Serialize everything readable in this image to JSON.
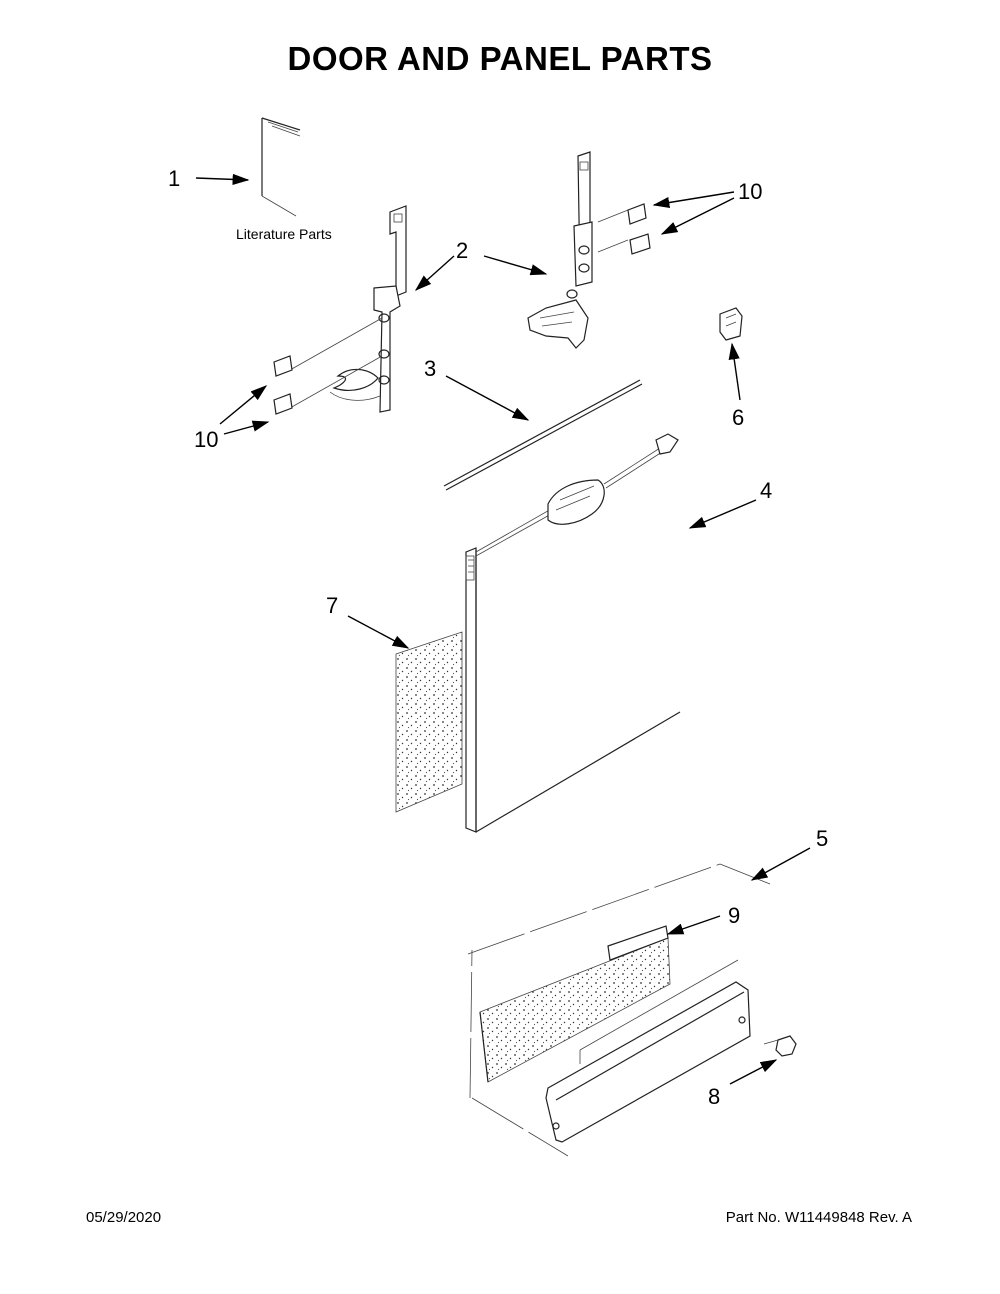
{
  "title": "DOOR AND PANEL PARTS",
  "literature_label": "Literature Parts",
  "callouts": {
    "c1": "1",
    "c2": "2",
    "c3": "3",
    "c4": "4",
    "c5": "5",
    "c6": "6",
    "c7": "7",
    "c8": "8",
    "c9": "9",
    "c10a": "10",
    "c10b": "10"
  },
  "footer": {
    "date": "05/29/2020",
    "part": "Part No.  W11449848   Rev.  A"
  }
}
